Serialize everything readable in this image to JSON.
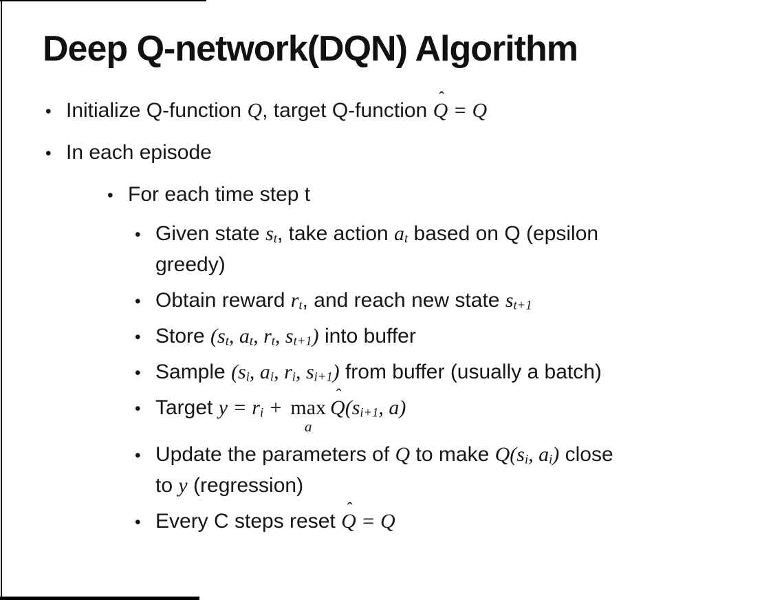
{
  "colors": {
    "background": "#ffffff",
    "text": "#161616",
    "title_text": "#111111",
    "frame_edge": "#000000"
  },
  "title": "Deep Q-network(DQN) Algorithm",
  "bullets": {
    "marker": "•",
    "items": [
      {
        "level": 1,
        "segments": [
          {
            "t": "t",
            "v": "Initialize Q-function "
          },
          {
            "t": "m",
            "v": "Q"
          },
          {
            "t": "t",
            "v": ", target Q-function "
          },
          {
            "t": "mh",
            "v": "Q",
            "h": "ˆ"
          },
          {
            "t": "m",
            "v": " = Q"
          }
        ]
      },
      {
        "level": 1,
        "segments": [
          {
            "t": "t",
            "v": "In each episode"
          }
        ]
      },
      {
        "level": 2,
        "segments": [
          {
            "t": "t",
            "v": "For each time step t"
          }
        ]
      },
      {
        "level": 3,
        "segments": [
          {
            "t": "t",
            "v": "Given state "
          },
          {
            "t": "m",
            "v": "s"
          },
          {
            "t": "sub",
            "v": "t"
          },
          {
            "t": "t",
            "v": ", take action "
          },
          {
            "t": "m",
            "v": "a"
          },
          {
            "t": "sub",
            "v": "t"
          },
          {
            "t": "t",
            "v": " based on Q (epsilon"
          },
          {
            "t": "br"
          },
          {
            "t": "t",
            "v": "greedy)"
          }
        ]
      },
      {
        "level": 3,
        "segments": [
          {
            "t": "t",
            "v": "Obtain reward "
          },
          {
            "t": "m",
            "v": "r"
          },
          {
            "t": "sub",
            "v": "t"
          },
          {
            "t": "t",
            "v": ", and reach new state "
          },
          {
            "t": "m",
            "v": "s"
          },
          {
            "t": "sub",
            "v": "t+1"
          }
        ]
      },
      {
        "level": 3,
        "segments": [
          {
            "t": "t",
            "v": "Store "
          },
          {
            "t": "m",
            "v": "(s"
          },
          {
            "t": "sub",
            "v": "t"
          },
          {
            "t": "m",
            "v": ", a"
          },
          {
            "t": "sub",
            "v": "t"
          },
          {
            "t": "m",
            "v": ", r"
          },
          {
            "t": "sub",
            "v": "t"
          },
          {
            "t": "m",
            "v": ", s"
          },
          {
            "t": "sub",
            "v": "t+1"
          },
          {
            "t": "m",
            "v": ")"
          },
          {
            "t": "t",
            "v": " into buffer"
          }
        ]
      },
      {
        "level": 3,
        "segments": [
          {
            "t": "t",
            "v": "Sample "
          },
          {
            "t": "m",
            "v": "(s"
          },
          {
            "t": "sub",
            "v": "i"
          },
          {
            "t": "m",
            "v": ", a"
          },
          {
            "t": "sub",
            "v": "i"
          },
          {
            "t": "m",
            "v": ", r"
          },
          {
            "t": "sub",
            "v": "i"
          },
          {
            "t": "m",
            "v": ", s"
          },
          {
            "t": "sub",
            "v": "i+1"
          },
          {
            "t": "m",
            "v": ")"
          },
          {
            "t": "t",
            "v": " from buffer (usually a batch)"
          }
        ]
      },
      {
        "level": 3,
        "segments": [
          {
            "t": "t",
            "v": "Target "
          },
          {
            "t": "m",
            "v": "y = r"
          },
          {
            "t": "sub",
            "v": "i"
          },
          {
            "t": "m",
            "v": " + "
          },
          {
            "t": "max",
            "top": "max",
            "bot": "a"
          },
          {
            "t": "mh",
            "v": "Q",
            "h": "ˆ"
          },
          {
            "t": "m",
            "v": "(s"
          },
          {
            "t": "sub",
            "v": "i+1"
          },
          {
            "t": "m",
            "v": ", a)"
          }
        ]
      },
      {
        "level": 3,
        "segments": [
          {
            "t": "t",
            "v": "Update the parameters of "
          },
          {
            "t": "m",
            "v": "Q"
          },
          {
            "t": "t",
            "v": " to make "
          },
          {
            "t": "m",
            "v": "Q(s"
          },
          {
            "t": "sub",
            "v": "i"
          },
          {
            "t": "m",
            "v": ", a"
          },
          {
            "t": "sub",
            "v": "i"
          },
          {
            "t": "m",
            "v": ")"
          },
          {
            "t": "t",
            "v": " close"
          },
          {
            "t": "br"
          },
          {
            "t": "t",
            "v": "to "
          },
          {
            "t": "m",
            "v": "y"
          },
          {
            "t": "t",
            "v": " (regression)"
          }
        ]
      },
      {
        "level": 3,
        "segments": [
          {
            "t": "t",
            "v": "Every C steps reset "
          },
          {
            "t": "mh",
            "v": "Q",
            "h": "ˆ"
          },
          {
            "t": "m",
            "v": " = Q"
          }
        ]
      }
    ]
  }
}
